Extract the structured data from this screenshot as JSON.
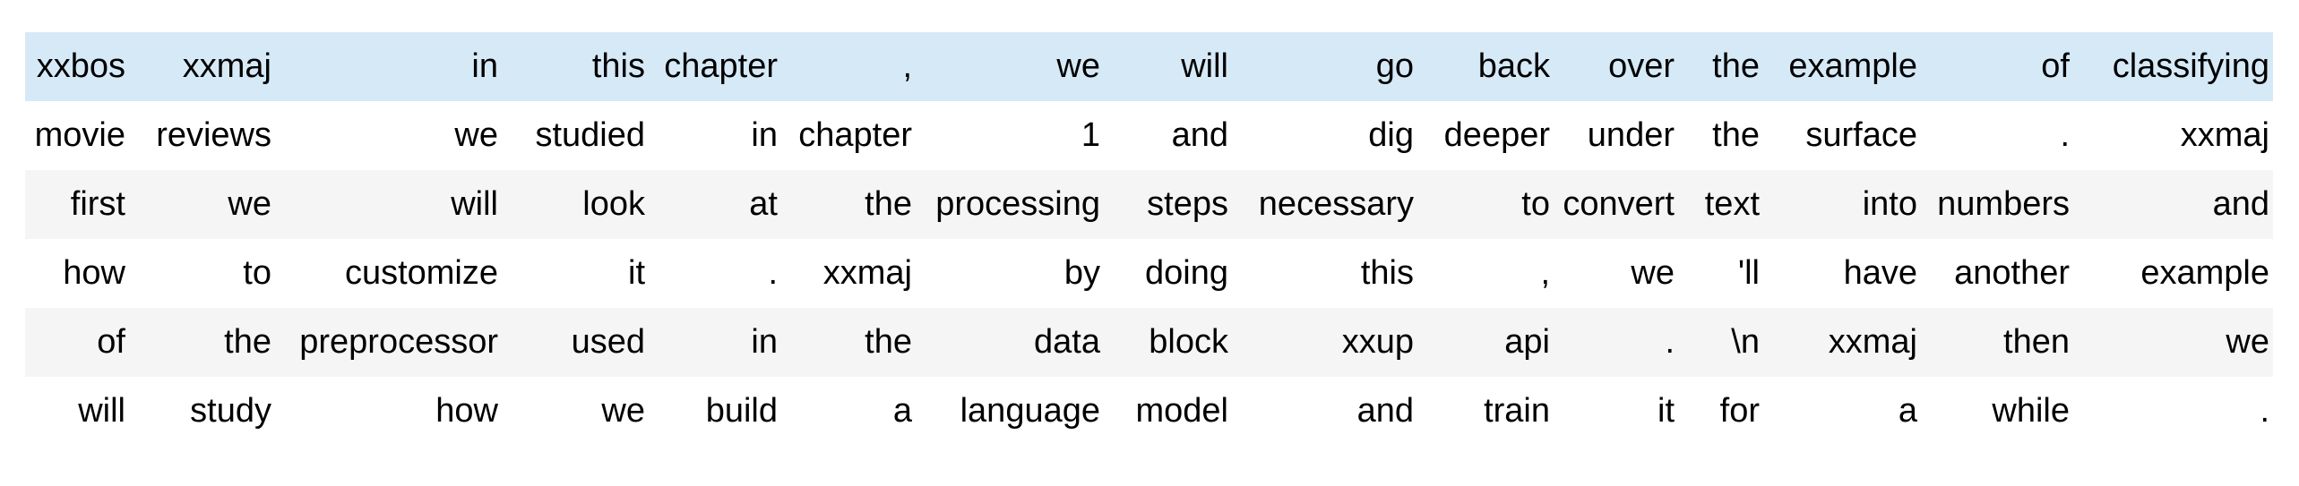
{
  "table": {
    "description": "tokenized-text-batch",
    "colors": {
      "highlight_row_bg": "#d6e9f7",
      "stripe_row_bg": "#f5f5f5",
      "plain_row_bg": "#ffffff",
      "text": "#000000"
    },
    "rows": [
      {
        "bg": "highlight_row_bg",
        "tokens": [
          "xxbos",
          "xxmaj",
          "in",
          "this",
          "chapter",
          ",",
          "we",
          "will",
          "go",
          "back",
          "over",
          "the",
          "example",
          "of",
          "classifying"
        ]
      },
      {
        "bg": "plain_row_bg",
        "tokens": [
          "movie",
          "reviews",
          "we",
          "studied",
          "in",
          "chapter",
          "1",
          "and",
          "dig",
          "deeper",
          "under",
          "the",
          "surface",
          ".",
          "xxmaj"
        ]
      },
      {
        "bg": "stripe_row_bg",
        "tokens": [
          "first",
          "we",
          "will",
          "look",
          "at",
          "the",
          "processing",
          "steps",
          "necessary",
          "to",
          "convert",
          "text",
          "into",
          "numbers",
          "and"
        ]
      },
      {
        "bg": "plain_row_bg",
        "tokens": [
          "how",
          "to",
          "customize",
          "it",
          ".",
          "xxmaj",
          "by",
          "doing",
          "this",
          ",",
          "we",
          "'ll",
          "have",
          "another",
          "example"
        ]
      },
      {
        "bg": "stripe_row_bg",
        "tokens": [
          "of",
          "the",
          "preprocessor",
          "used",
          "in",
          "the",
          "data",
          "block",
          "xxup",
          "api",
          ".",
          "\\n",
          "xxmaj",
          "then",
          "we"
        ]
      },
      {
        "bg": "plain_row_bg",
        "tokens": [
          "will",
          "study",
          "how",
          "we",
          "build",
          "a",
          "language",
          "model",
          "and",
          "train",
          "it",
          "for",
          "a",
          "while",
          "."
        ]
      }
    ]
  }
}
